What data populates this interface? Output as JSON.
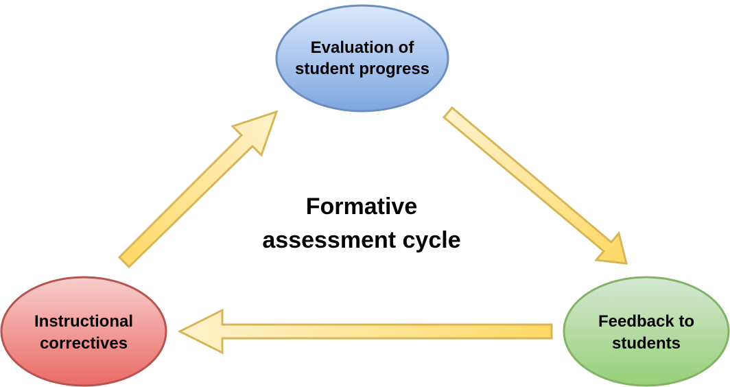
{
  "title": {
    "line1": "Formative",
    "line2": "assessment cycle"
  },
  "nodes": {
    "evaluation": {
      "line1": "Evaluation of",
      "line2": "student progress",
      "fill_top": "#dae8fc",
      "fill_bottom": "#7ea6e0",
      "stroke": "#6c8ebf"
    },
    "feedback": {
      "line1": "Feedback to",
      "line2": "students",
      "fill_top": "#d5e8d4",
      "fill_bottom": "#97d077",
      "stroke": "#82b366"
    },
    "correctives": {
      "line1": "Instructional",
      "line2": "correctives",
      "fill_top": "#f8cecc",
      "fill_bottom": "#ea6b66",
      "stroke": "#b85450"
    }
  },
  "arrows": {
    "fill_light": "#fff2cc",
    "fill_dark": "#ffd966",
    "stroke": "#d6b656",
    "sequence": [
      "evaluation-to-feedback",
      "feedback-to-correctives",
      "correctives-to-evaluation"
    ]
  }
}
